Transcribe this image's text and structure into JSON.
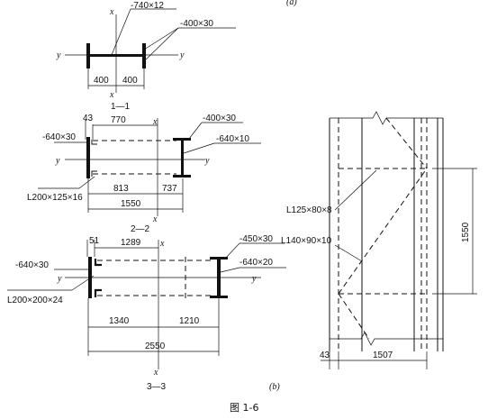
{
  "top_label": "(a)",
  "section_1": {
    "caption": "1—1",
    "axis_x_top": "x",
    "axis_x_bottom": "x",
    "axis_y_left": "y",
    "axis_y_right": "y",
    "web_plate": "-740×12",
    "flange_plate": "-400×30",
    "dim_left": "400",
    "dim_right": "400"
  },
  "section_2": {
    "caption": "2—2",
    "axis_x_top": "x",
    "axis_x_bottom": "x",
    "axis_y_left": "y",
    "axis_y_right": "y",
    "dim_43": "43",
    "dim_770": "770",
    "left_plate": "-640×30",
    "right_flange": "-400×30",
    "right_web": "-640×10",
    "angle": "L200×125×16",
    "dim_813": "813",
    "dim_737": "737",
    "dim_1550": "1550"
  },
  "section_3": {
    "caption": "3—3",
    "axis_x_top": "x",
    "axis_x_bottom": "x",
    "axis_y_left": "y",
    "axis_y_right": "y",
    "dim_51": "51",
    "dim_1289": "1289",
    "left_plate": "-640×30",
    "right_flange": "-450×30",
    "right_web": "-640×20",
    "angle": "L200×200×24",
    "dim_1340": "1340",
    "dim_1210": "1210",
    "dim_2550": "2550"
  },
  "elevation": {
    "batten": "L125×80×8",
    "diagonal": "L140×90×10",
    "dim_1550": "1550",
    "dim_43": "43",
    "dim_1507": "1507"
  },
  "sub_label": "(b)",
  "figure_caption": "图 1-6"
}
